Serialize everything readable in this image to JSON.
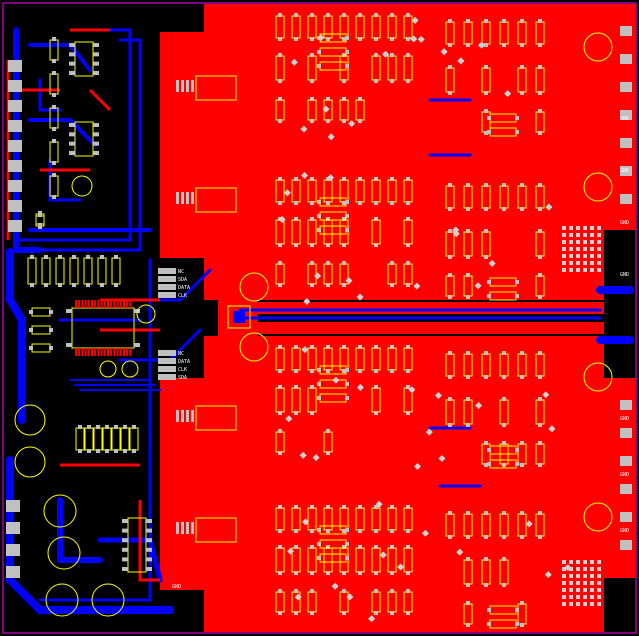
{
  "board": {
    "colors": {
      "background": "#000000",
      "top_copper": "#ff0000",
      "bottom_copper": "#0000ff",
      "silkscreen": "#ffff00",
      "pad": "#c0c0c0",
      "via": "#d0d0d0",
      "outline": "#ff00ff"
    },
    "connector_labels": [
      "NC",
      "SDA",
      "DATA",
      "CLK",
      "NC",
      "DATA",
      "CLK",
      "SDA"
    ],
    "right_labels": [
      "GND",
      "GND",
      "GND",
      "GND",
      "GND",
      "GND",
      "GND"
    ],
    "bottom_label": "GND"
  }
}
